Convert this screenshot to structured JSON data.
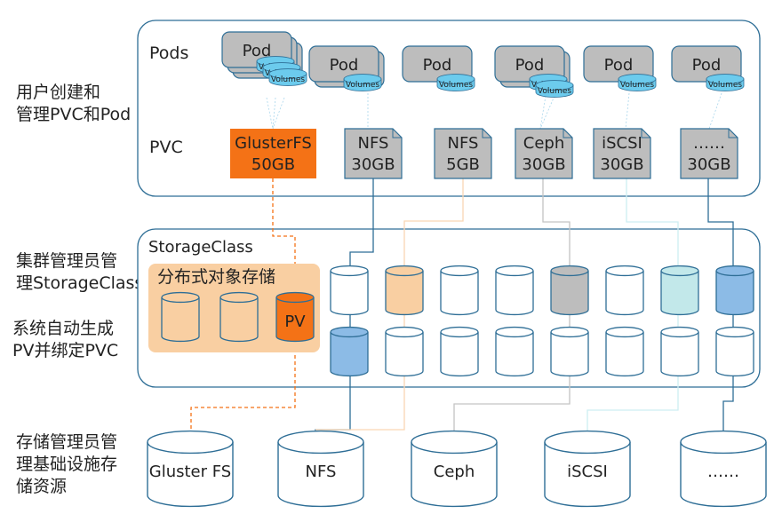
{
  "side_labels": {
    "user": "用户创建和\n管理PVC和Pod",
    "cluster_admin": "集群管理员管\n理StorageClass",
    "system": "系统自动生成\nPV并绑定PVC",
    "storage_admin": "存储管理员管\n理基础设施存\n储资源"
  },
  "user_panel": {
    "pods_label": "Pods",
    "pvc_label": "PVC",
    "pod_label": "Pod",
    "volumes_label": "Volumes"
  },
  "pods": [
    {
      "stack": 3,
      "volumes": 3
    },
    {
      "stack": 2,
      "volumes": 1
    },
    {
      "stack": 1,
      "volumes": 1
    },
    {
      "stack": 2,
      "volumes": 2
    },
    {
      "stack": 1,
      "volumes": 1
    },
    {
      "stack": 1,
      "volumes": 1
    }
  ],
  "pvcs": [
    {
      "type": "GlusterFS",
      "size": "50GB",
      "highlight": true
    },
    {
      "type": "NFS",
      "size": "30GB",
      "highlight": false
    },
    {
      "type": "NFS",
      "size": "5GB",
      "highlight": false
    },
    {
      "type": "Ceph",
      "size": "30GB",
      "highlight": false
    },
    {
      "type": "iSCSI",
      "size": "30GB",
      "highlight": false
    },
    {
      "type": "……",
      "size": "30GB",
      "highlight": false
    }
  ],
  "storage_class_panel": {
    "title": "StorageClass",
    "group_title": "分布式对象存储",
    "pv_label": "PV"
  },
  "pv_grid": {
    "top_row_fills": [
      "#ffffff",
      "#f9cfa2",
      "#ffffff",
      "#ffffff",
      "#bdbdbd",
      "#ffffff",
      "#c2e8ea",
      "#8cbbe6"
    ],
    "bottom_row_fills": [
      "#8cbbe6",
      "#ffffff",
      "#ffffff",
      "#ffffff",
      "#ffffff",
      "#ffffff",
      "#ffffff",
      "#ffffff"
    ]
  },
  "backends": [
    "Gluster FS",
    "NFS",
    "Ceph",
    "iSCSI",
    "……"
  ],
  "colors": {
    "border": "#2e6e96",
    "pvc_orange": "#f47216",
    "group_bg": "#f9cfa2",
    "pod_gray": "#bdbdbd",
    "volume_blue": "#6ccbed",
    "line_nfs30": "#2e6e96",
    "line_nfs5": "#f9d6b4",
    "line_ceph": "#c4c4c4",
    "line_iscsi": "#cdeef2",
    "line_other": "#2e6e96",
    "line_gluster": "#f47216"
  }
}
